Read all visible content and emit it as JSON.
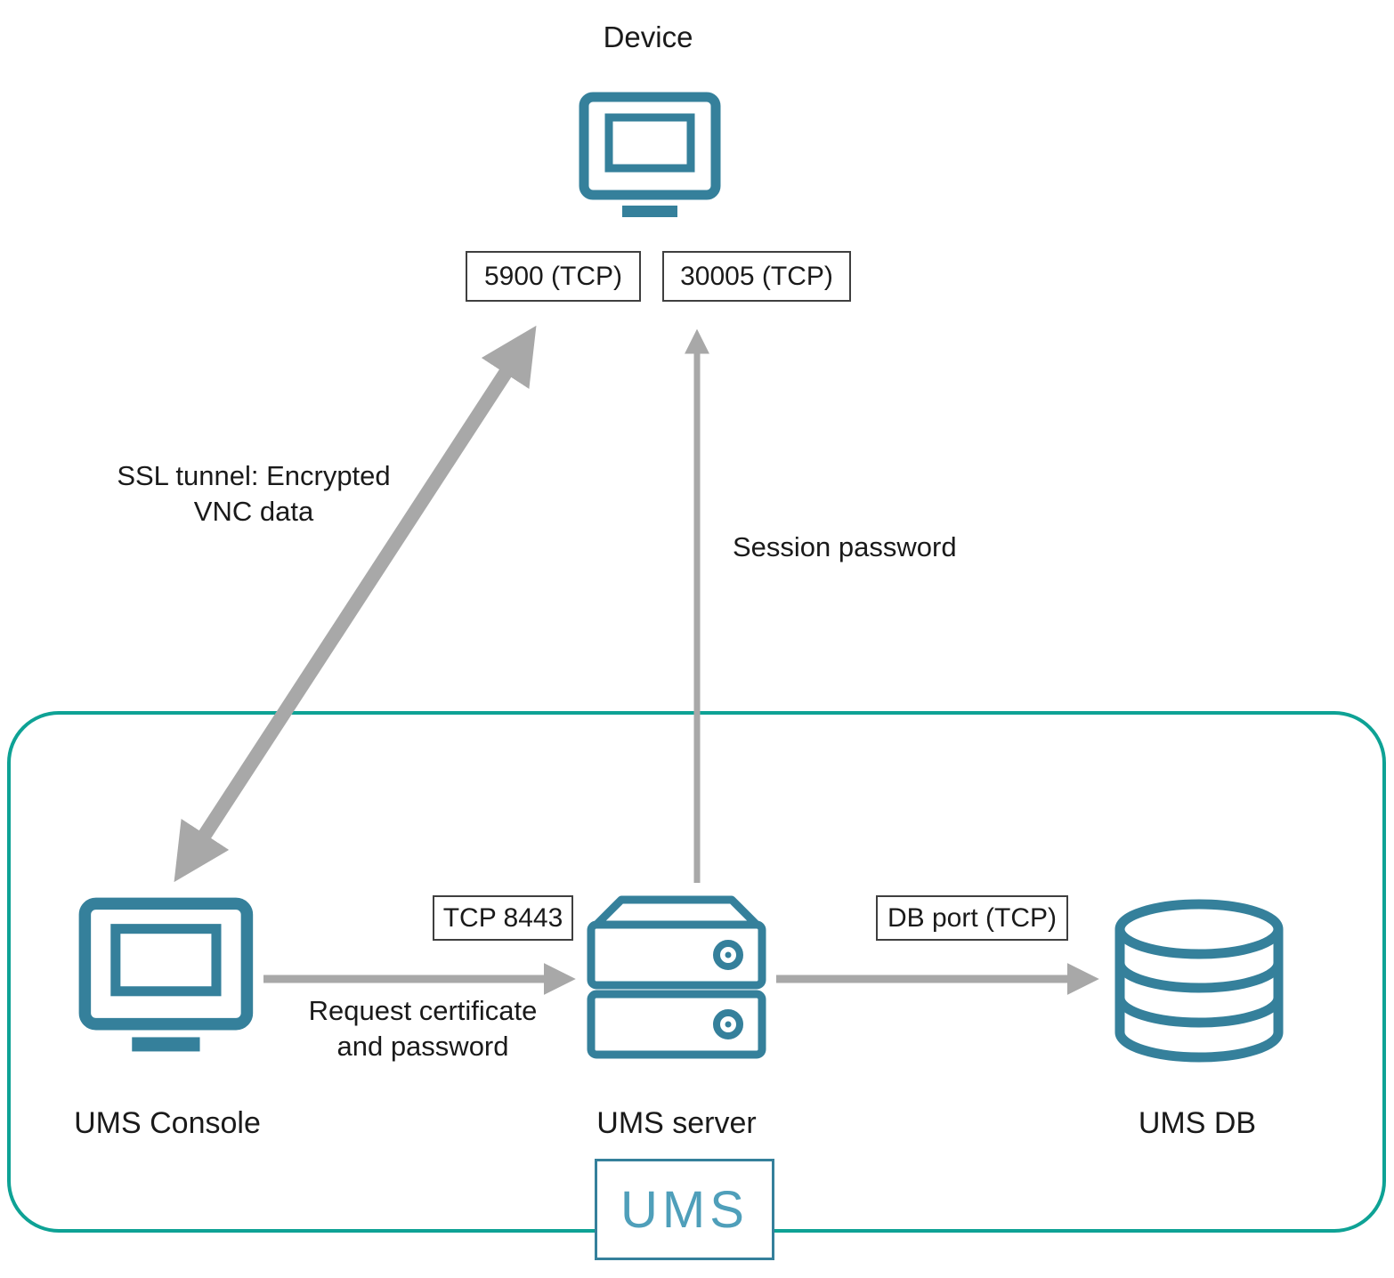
{
  "diagram": {
    "device_label": "Device",
    "ports": {
      "vnc_port": "5900 (TCP)",
      "session_port": "30005 (TCP)"
    },
    "labels": {
      "ssl_tunnel": "SSL tunnel: Encrypted\nVNC data",
      "session_password": "Session password",
      "tcp_8443": "TCP 8443",
      "request_cert": "Request certificate\nand password",
      "db_port": "DB port (TCP)"
    },
    "nodes": {
      "console": "UMS Console",
      "server": "UMS server",
      "db": "UMS DB"
    },
    "badge": "UMS",
    "colors": {
      "icon_teal": "#35809b",
      "boundary_teal": "#0ea295",
      "arrow_gray": "#a8a8a8",
      "badge_text_teal": "#4f9fba",
      "box_border": "#3f3f3f"
    }
  }
}
